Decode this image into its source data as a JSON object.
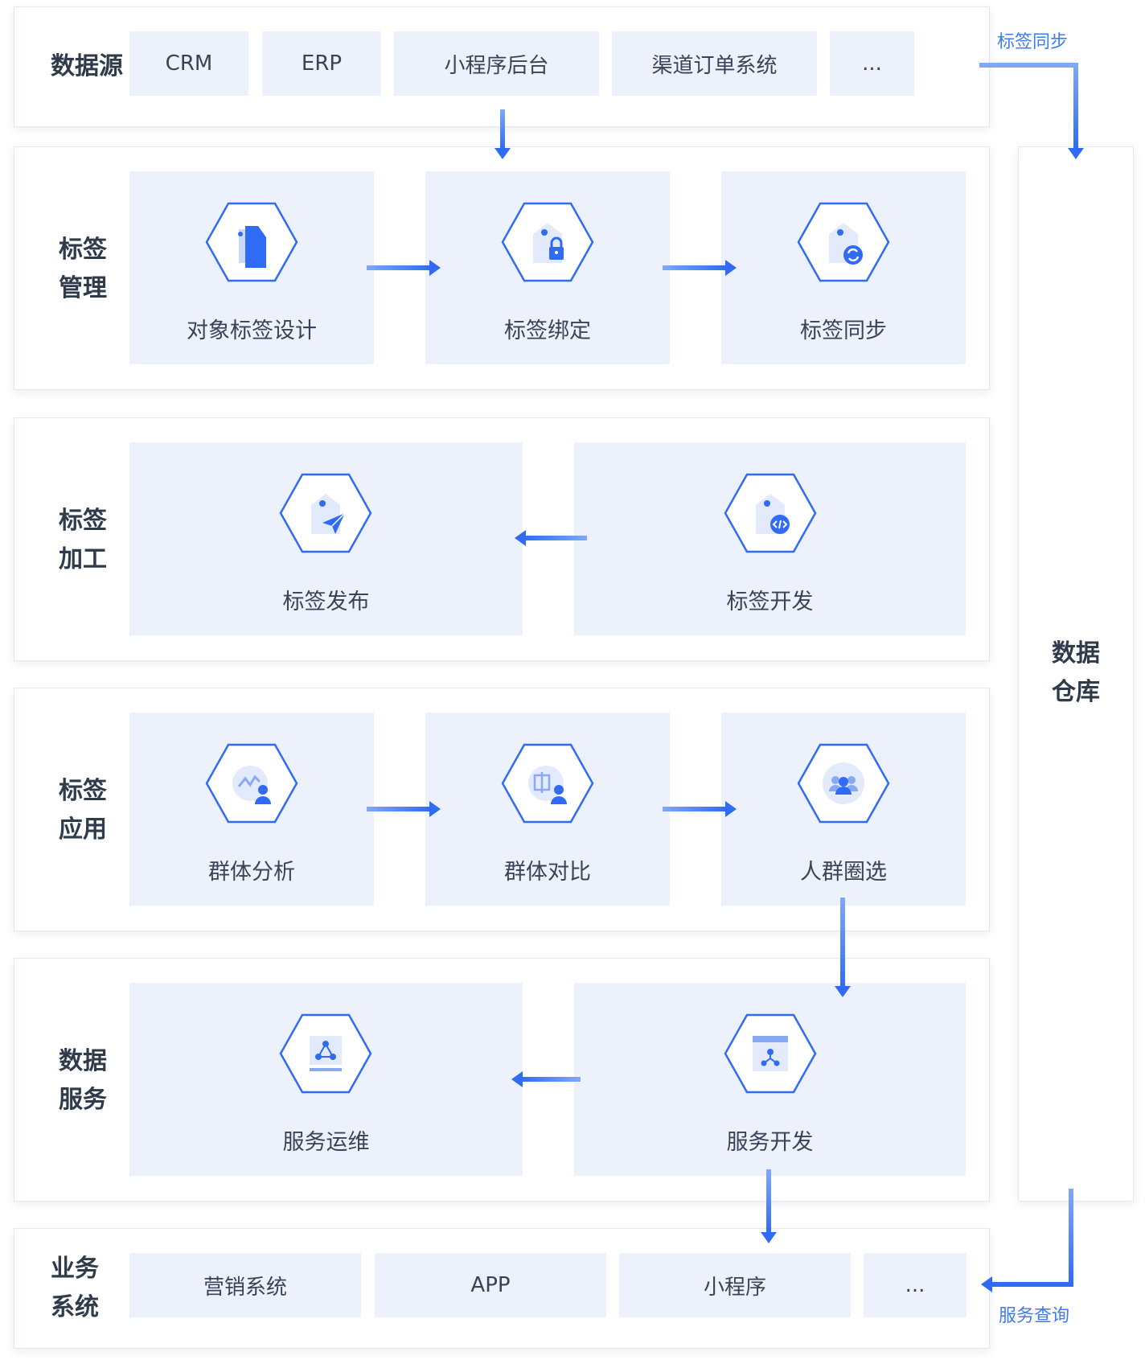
{
  "colors": {
    "accent": "#2f6bf5",
    "card_bg": "#edf1fc",
    "text": "#2f3a4a",
    "side_label": "#3d7bf5"
  },
  "sources": {
    "label_lines": [
      "数据源"
    ],
    "items": [
      "CRM",
      "ERP",
      "小程序后台",
      "渠道订单系统",
      "..."
    ]
  },
  "management": {
    "label_lines": [
      "标签",
      "管理"
    ],
    "cards": [
      {
        "label": "对象标签设计",
        "icon": "tag-design-icon"
      },
      {
        "label": "标签绑定",
        "icon": "tag-lock-icon"
      },
      {
        "label": "标签同步",
        "icon": "tag-sync-icon"
      }
    ]
  },
  "processing": {
    "label_lines": [
      "标签",
      "加工"
    ],
    "cards": [
      {
        "label": "标签发布",
        "icon": "tag-publish-icon"
      },
      {
        "label": "标签开发",
        "icon": "tag-code-icon"
      }
    ]
  },
  "application": {
    "label_lines": [
      "标签",
      "应用"
    ],
    "cards": [
      {
        "label": "群体分析",
        "icon": "group-analysis-icon"
      },
      {
        "label": "群体对比",
        "icon": "group-compare-icon"
      },
      {
        "label": "人群圈选",
        "icon": "crowd-select-icon"
      }
    ]
  },
  "service": {
    "label_lines": [
      "数据",
      "服务"
    ],
    "cards": [
      {
        "label": "服务运维",
        "icon": "service-ops-icon"
      },
      {
        "label": "服务开发",
        "icon": "service-dev-icon"
      }
    ]
  },
  "business": {
    "label_lines": [
      "业务",
      "系统"
    ],
    "items": [
      "营销系统",
      "APP",
      "小程序",
      "..."
    ]
  },
  "warehouse": {
    "label_lines": [
      "数据",
      "仓库"
    ]
  },
  "side_labels": {
    "tag_sync": "标签同步",
    "service_query": "服务查询"
  }
}
